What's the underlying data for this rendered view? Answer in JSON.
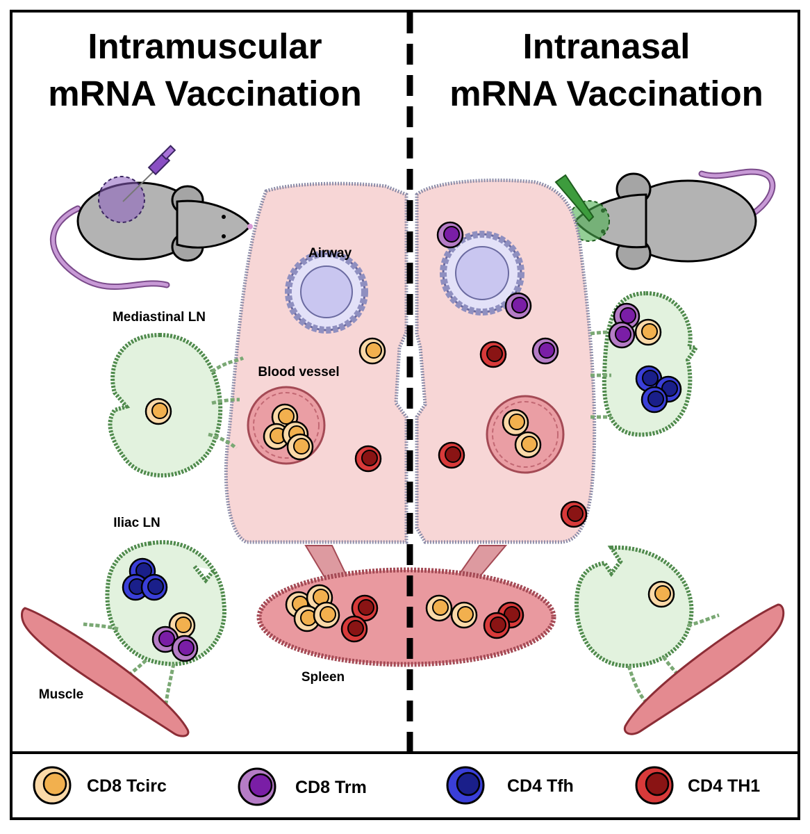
{
  "panels": {
    "left_title": [
      "Intramuscular",
      "mRNA Vaccination"
    ],
    "right_title": [
      "Intranasal",
      "mRNA Vaccination"
    ]
  },
  "labels": {
    "airway": "Airway",
    "blood_vessel": "Blood vessel",
    "mediastinal_ln": "Mediastinal LN",
    "iliac_ln": "Iliac LN",
    "muscle": "Muscle",
    "spleen": "Spleen"
  },
  "legend": [
    {
      "label": "CD8 Tcirc",
      "outer": "#fbd9a8",
      "inner": "#f2b04e"
    },
    {
      "label": "CD8 Trm",
      "outer": "#b57cc6",
      "inner": "#7a1ea6"
    },
    {
      "label": "CD4 Tfh",
      "outer": "#3a3fd8",
      "inner": "#1a1f8a"
    },
    {
      "label": "CD4 TH1",
      "outer": "#d83a3a",
      "inner": "#8a1414"
    }
  ],
  "colors": {
    "lung_fill": "#f7d6d6",
    "ln_fill": "#e2f2de",
    "ln_border": "#4f8a4c",
    "vessel": "#e99aa0",
    "muscle": "#e48a90",
    "mouse": "#b3b3b3",
    "airway": "#c9c6f0"
  }
}
